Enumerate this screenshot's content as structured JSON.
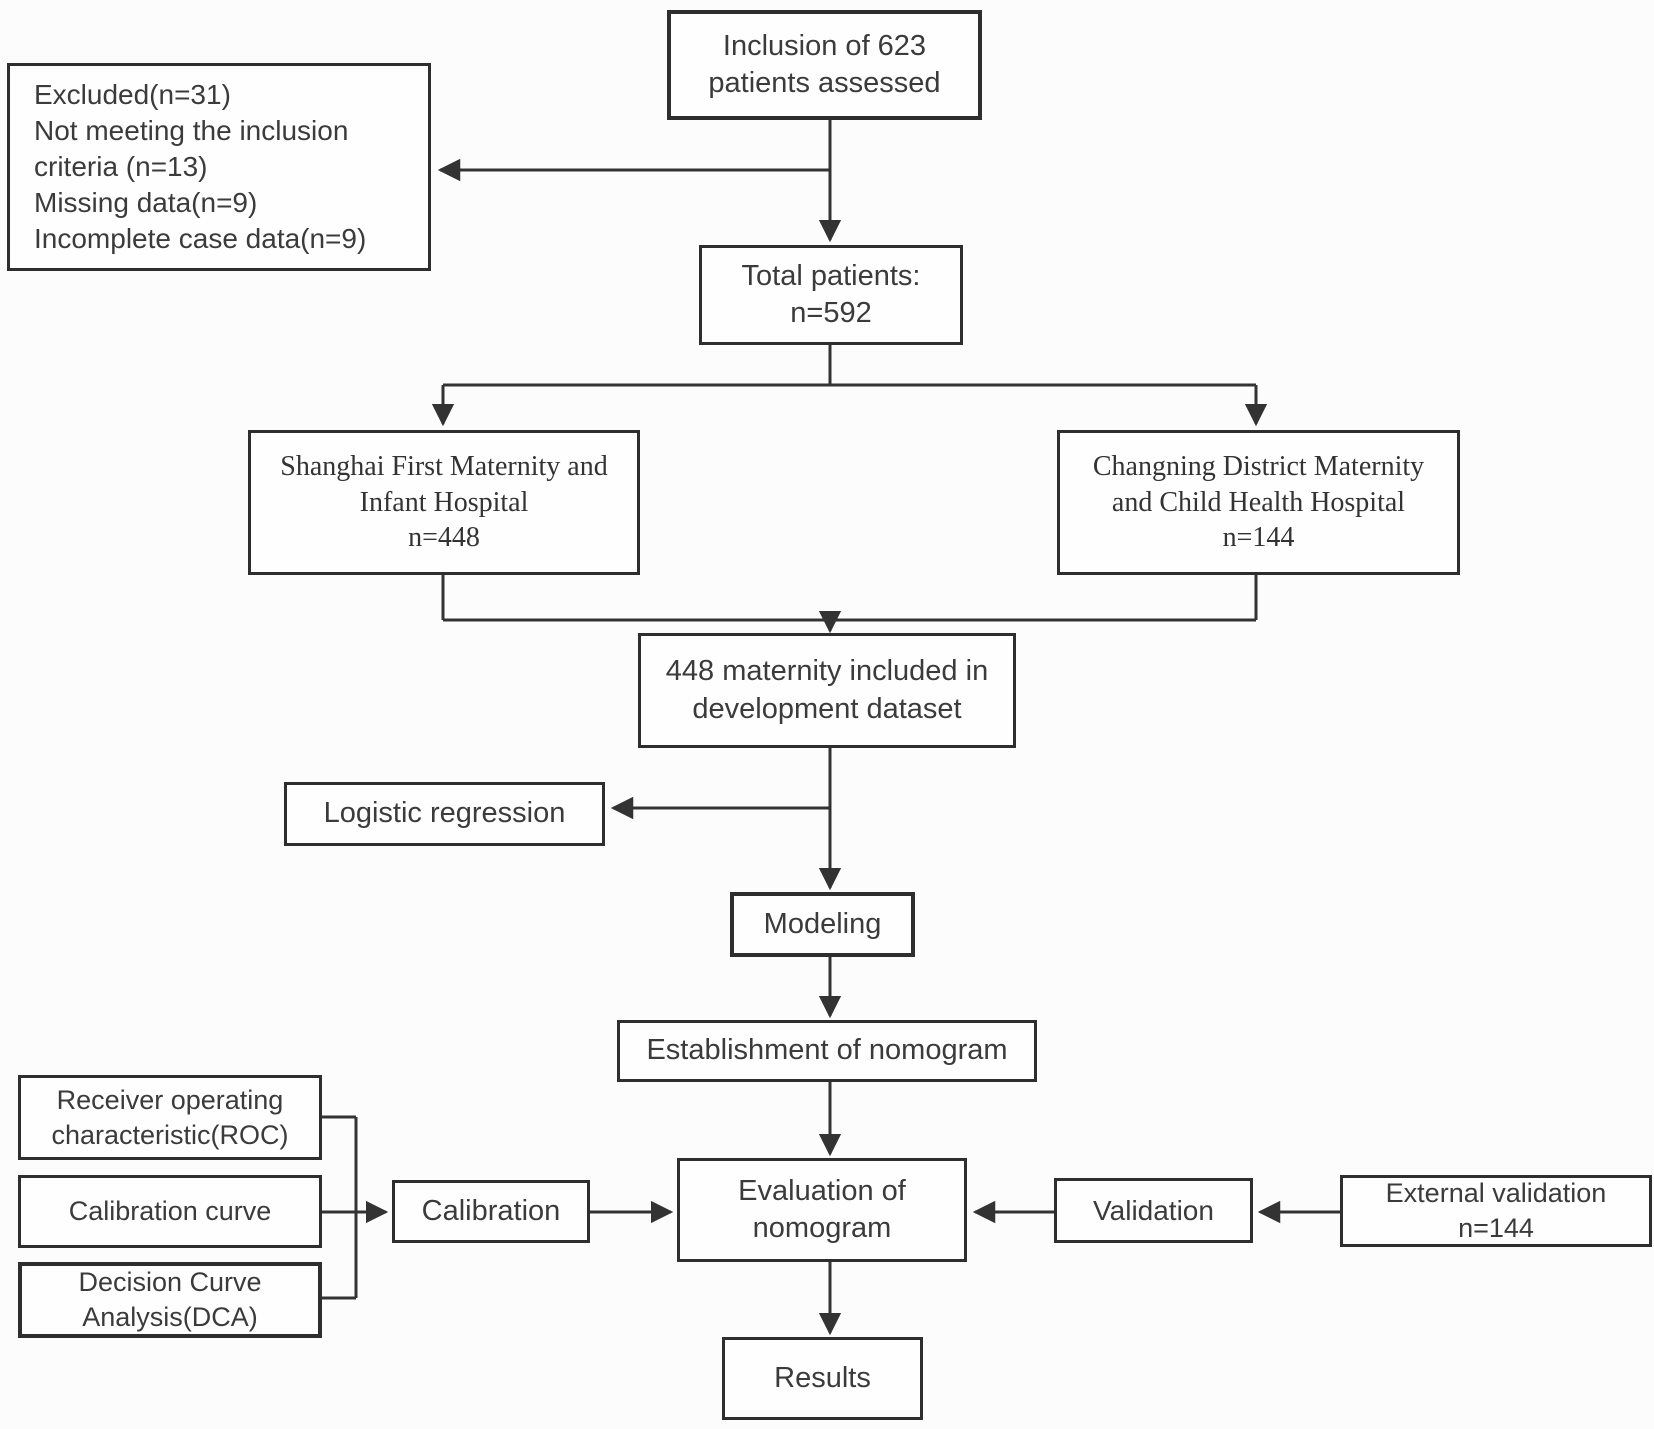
{
  "diagram": {
    "type": "flowchart",
    "nodes": {
      "inclusion": "Inclusion of 623\npatients assessed",
      "excluded": "Excluded(n=31)\nNot meeting the inclusion\ncriteria (n=13)\nMissing data(n=9)\nIncomplete case data(n=9)",
      "total_patients": "Total patients:\nn=592",
      "shanghai_hospital": "Shanghai First Maternity and\nInfant Hospital\nn=448",
      "changning_hospital": "Changning District Maternity\nand Child Health Hospital\nn=144",
      "development_dataset": "448 maternity included in\ndevelopment dataset",
      "logistic_regression": "Logistic regression",
      "modeling": "Modeling",
      "establishment_nomogram": "Establishment of nomogram",
      "roc": "Receiver operating\ncharacteristic(ROC)",
      "calibration_curve": "Calibration curve",
      "dca": "Decision Curve\nAnalysis(DCA)",
      "calibration": "Calibration",
      "evaluation_nomogram": "Evaluation of\nnomogram",
      "validation": "Validation",
      "external_validation": "External validation\nn=144",
      "results": "Results"
    },
    "colors": {
      "line": "#333333",
      "box_border": "#2e2e2e",
      "text": "#3b3b3b",
      "background": "#fcfcfc"
    }
  }
}
